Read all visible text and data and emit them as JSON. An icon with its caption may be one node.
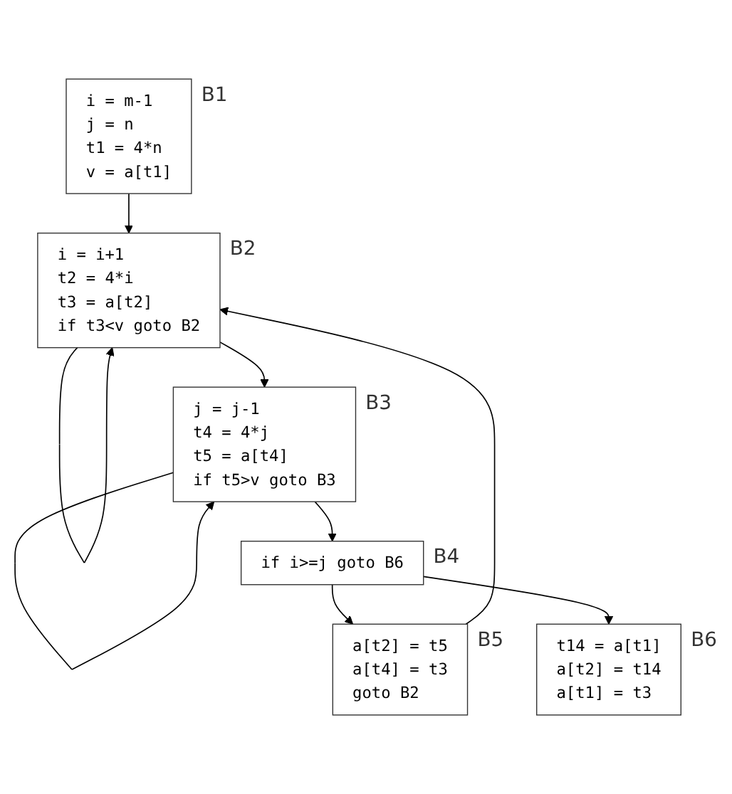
{
  "diagram": {
    "nodes": [
      {
        "text": [
          "i = m-1",
          "j = n",
          "t1 = 4*n",
          "v = a[t1]"
        ],
        "beside": [
          "B1"
        ]
      },
      {
        "text": [
          "i = i+1",
          "t2 = 4*i",
          "t3 = a[t2]",
          "if t3<v goto B2"
        ],
        "beside": [
          "B2"
        ]
      },
      {
        "text": [
          "j = j-1",
          "t4 = 4*j",
          "t5 = a[t4]",
          "if t5>v goto B3"
        ],
        "beside": [
          "B3"
        ]
      },
      {
        "text": [
          "if i>=j goto B6"
        ],
        "beside": [
          "B4"
        ]
      },
      {
        "text": [
          "a[t2] = t5",
          "a[t4] = t3",
          "goto B2"
        ],
        "beside": [
          "B5"
        ]
      },
      {
        "text": [
          "t14 = a[t1]",
          "a[t2] = t14",
          "a[t1] = t3"
        ],
        "beside": [
          "B6"
        ]
      }
    ],
    "edges": [
      {
        "from": 0,
        "to": 1,
        "arrow": "to"
      },
      {
        "from": 1,
        "to": 1,
        "arrow": "to"
      },
      {
        "from": 1,
        "to": 2,
        "arrow": "to"
      },
      {
        "from": 2,
        "to": 2,
        "arrow": "to"
      },
      {
        "from": 2,
        "to": 3,
        "arrow": "to"
      },
      {
        "from": 3,
        "to": 4,
        "arrow": "to"
      },
      {
        "from": 3,
        "to": 5,
        "arrow": "to"
      },
      {
        "from": 4,
        "to": 1,
        "arrow": "to"
      }
    ]
  }
}
